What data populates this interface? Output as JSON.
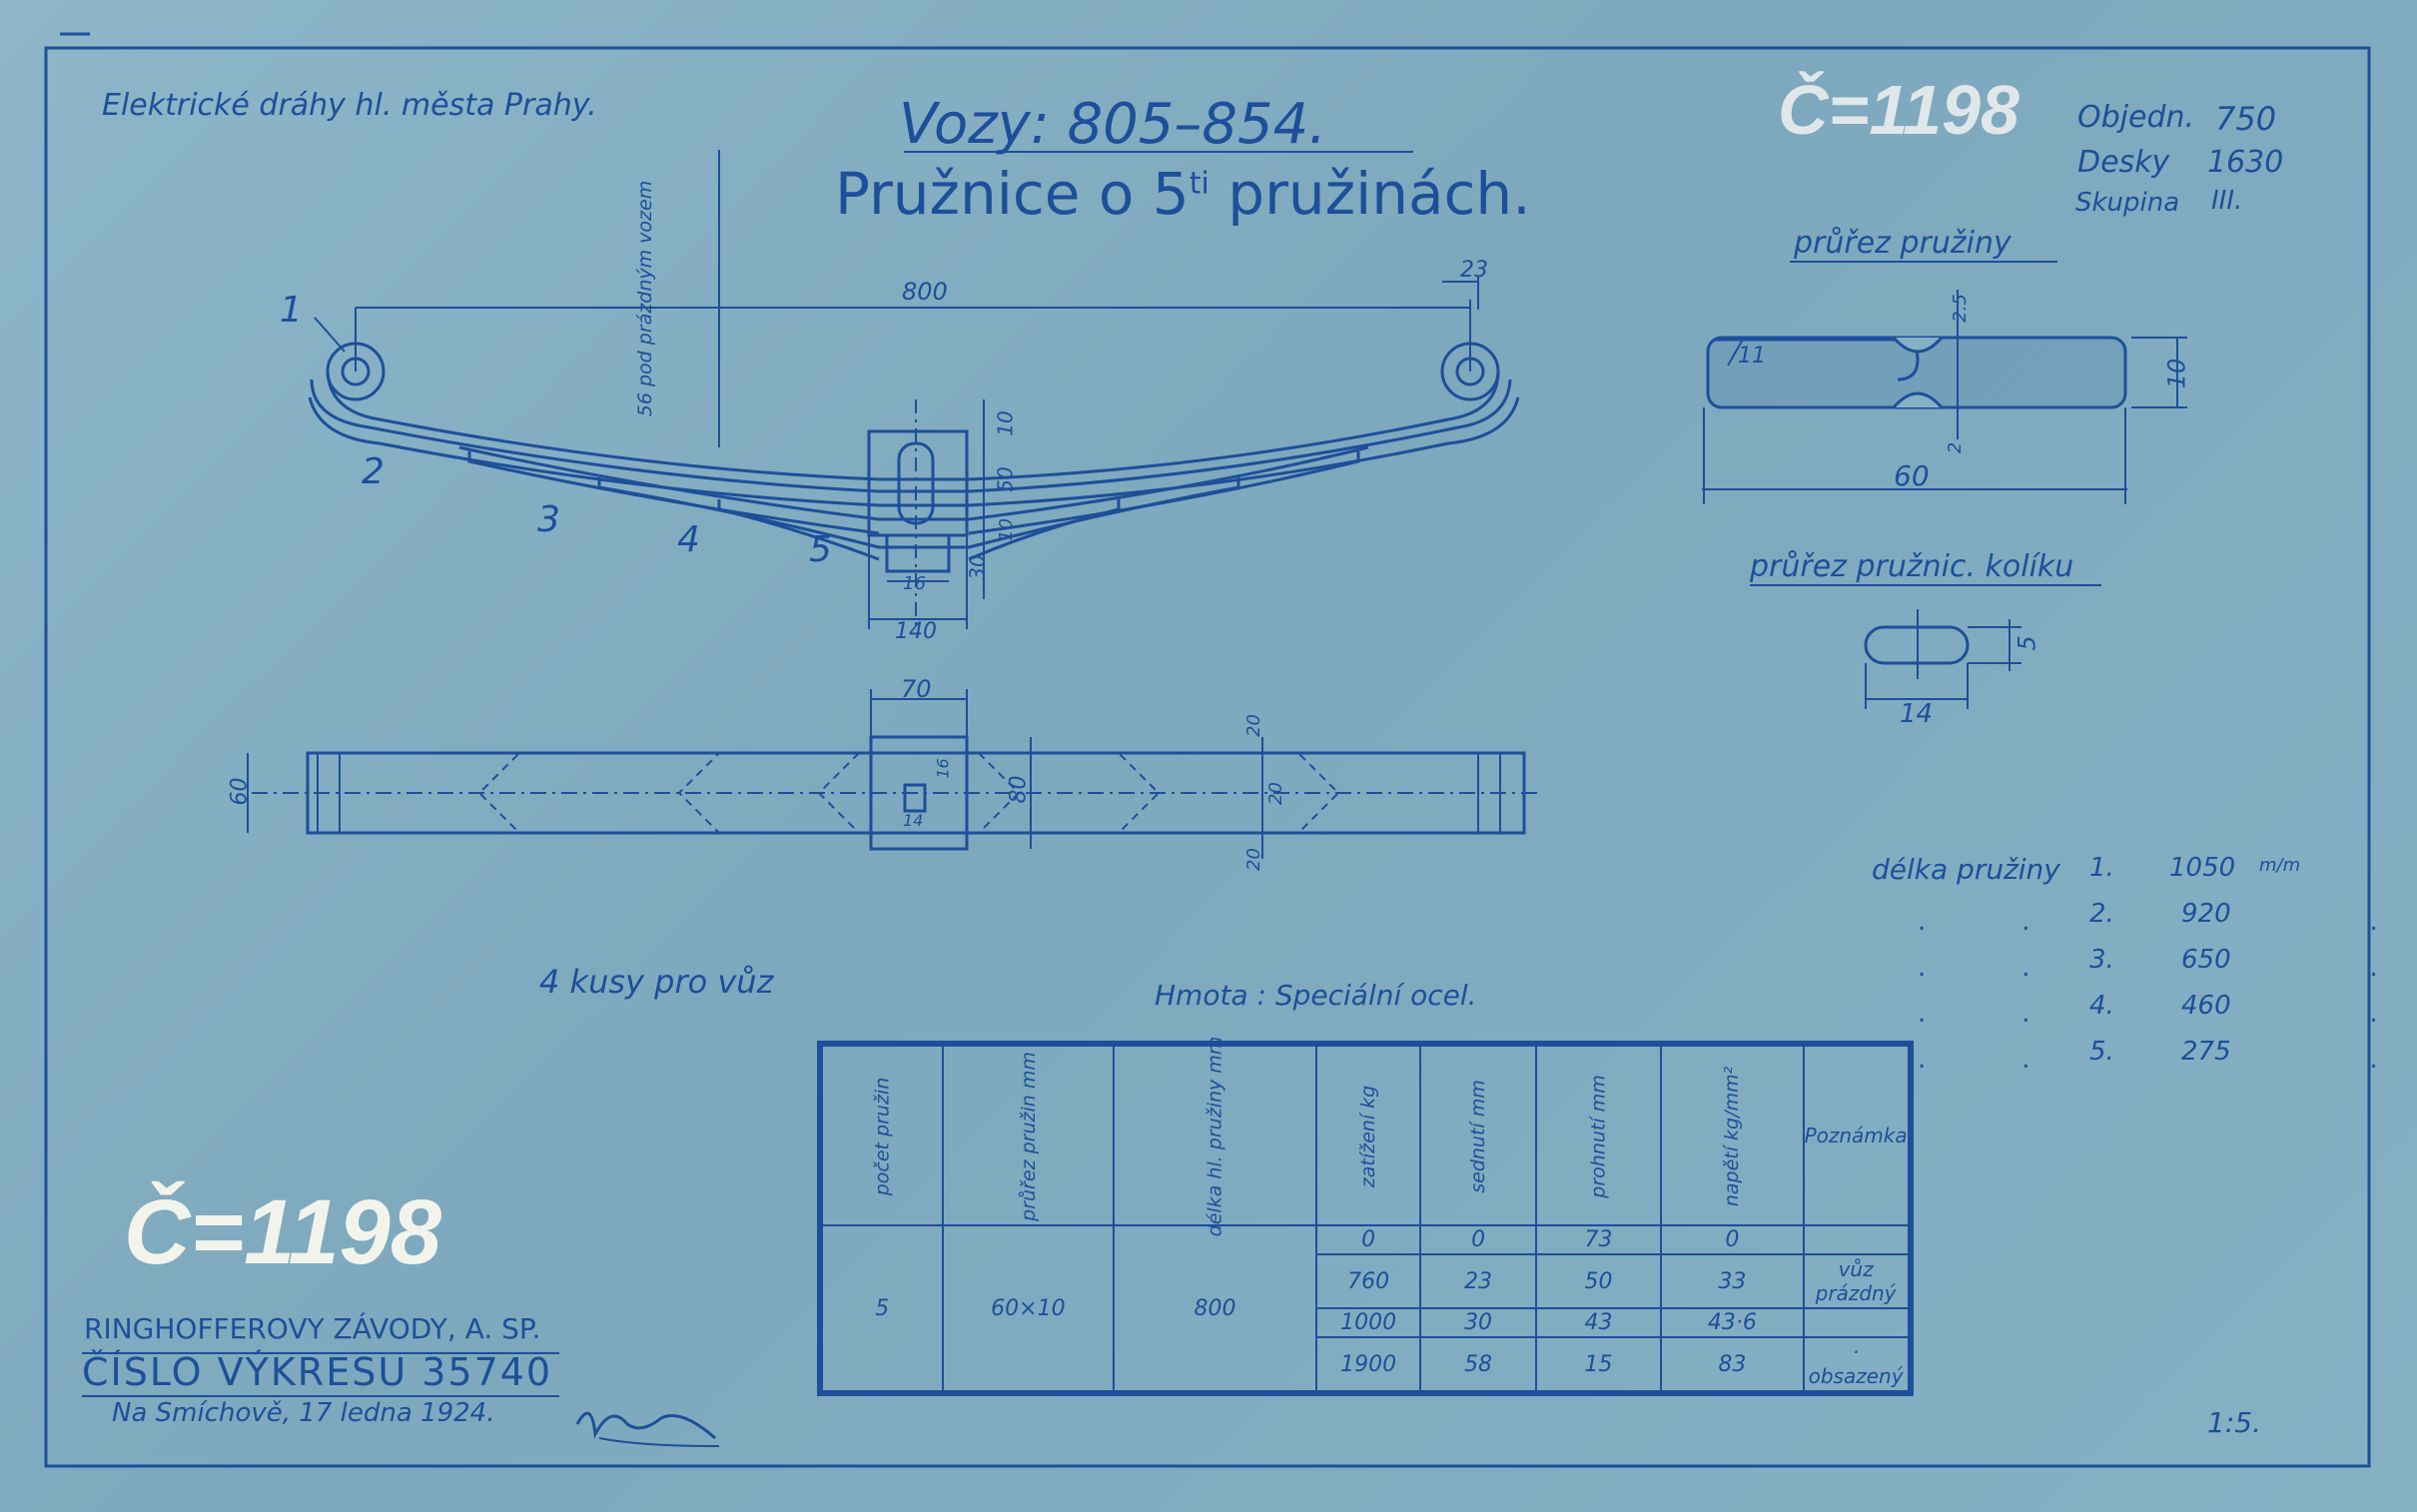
{
  "header": {
    "company_line": "Elektrické dráhy hl. města Prahy.",
    "vehicles": "Vozy: 805–854.",
    "title": "Pružnice o 5",
    "title_sup": "ti",
    "title_end": " pružinách.",
    "stamp_number": "1198",
    "objedn_label": "Objedn.",
    "objedn_value": "750",
    "desky_label": "Desky",
    "desky_value": "1630",
    "skupina_label": "Skupina",
    "skupina_value": "III."
  },
  "spring_view": {
    "dim_800": "800",
    "dim_23": "23",
    "dim_empty_note": "56 pod prázdným vozem",
    "leaf_labels": [
      "1",
      "2",
      "3",
      "4",
      "5"
    ],
    "dim_10": "10",
    "dim_50": "50",
    "dim_10b": "10",
    "dim_30": "30",
    "dim_16": "16",
    "dim_140": "140"
  },
  "plan_view": {
    "dim_70": "70",
    "dim_60": "60",
    "dim_80": "80",
    "dim_16": "16",
    "dim_20a": "20",
    "dim_20b": "20",
    "dim_20c": "20",
    "dim_14": "14"
  },
  "leaf_section": {
    "title": "průřez pružiny",
    "dim_11": "11",
    "dim_25": "2.5",
    "dim_2": "2",
    "dim_10": "10",
    "dim_60": "60"
  },
  "pin_section": {
    "title": "průřez pružnic. kolíku",
    "dim_5": "5",
    "dim_14": "14"
  },
  "lengths": {
    "label": "délka pružiny",
    "unit": "m/m",
    "ditto": ".",
    "rows": [
      {
        "n": "1.",
        "v": "1050"
      },
      {
        "n": "2.",
        "v": "920"
      },
      {
        "n": "3.",
        "v": "650"
      },
      {
        "n": "4.",
        "v": "460"
      },
      {
        "n": "5.",
        "v": "275"
      }
    ]
  },
  "notes": {
    "quantity": "4 kusy pro vůz",
    "material": "Hmota : Speciální ocel."
  },
  "table": {
    "headers": [
      "počet pružin",
      "průřez pružin mm",
      "délka hl. pružiny mm",
      "zatížení kg",
      "sednutí mm",
      "prohnutí mm",
      "napětí kg/mm²",
      "Poznámka"
    ],
    "count": "5",
    "section": "60×10",
    "length": "800",
    "rows": [
      {
        "load": "0",
        "settle": "0",
        "deflect": "73",
        "stress": "0",
        "note": ""
      },
      {
        "load": "760",
        "settle": "23",
        "deflect": "50",
        "stress": "33",
        "note": "vůz prázdný"
      },
      {
        "load": "1000",
        "settle": "30",
        "deflect": "43",
        "stress": "43·6",
        "note": ""
      },
      {
        "load": "1900",
        "settle": "58",
        "deflect": "15",
        "stress": "83",
        "note": "· obsazený"
      }
    ]
  },
  "footer": {
    "stamp_number": "1198",
    "works": "RINGHOFFEROVY ZÁVODY, A. SP.",
    "drawing_no": "ČÍSLO VÝKRESU 35740",
    "place_date": "Na Smíchově, 17 ledna 1924.",
    "scale": "1:5."
  },
  "colors": {
    "paper": "#86b0c4",
    "ink": "#1d4f9a",
    "stamp": "#f2f4ec"
  }
}
